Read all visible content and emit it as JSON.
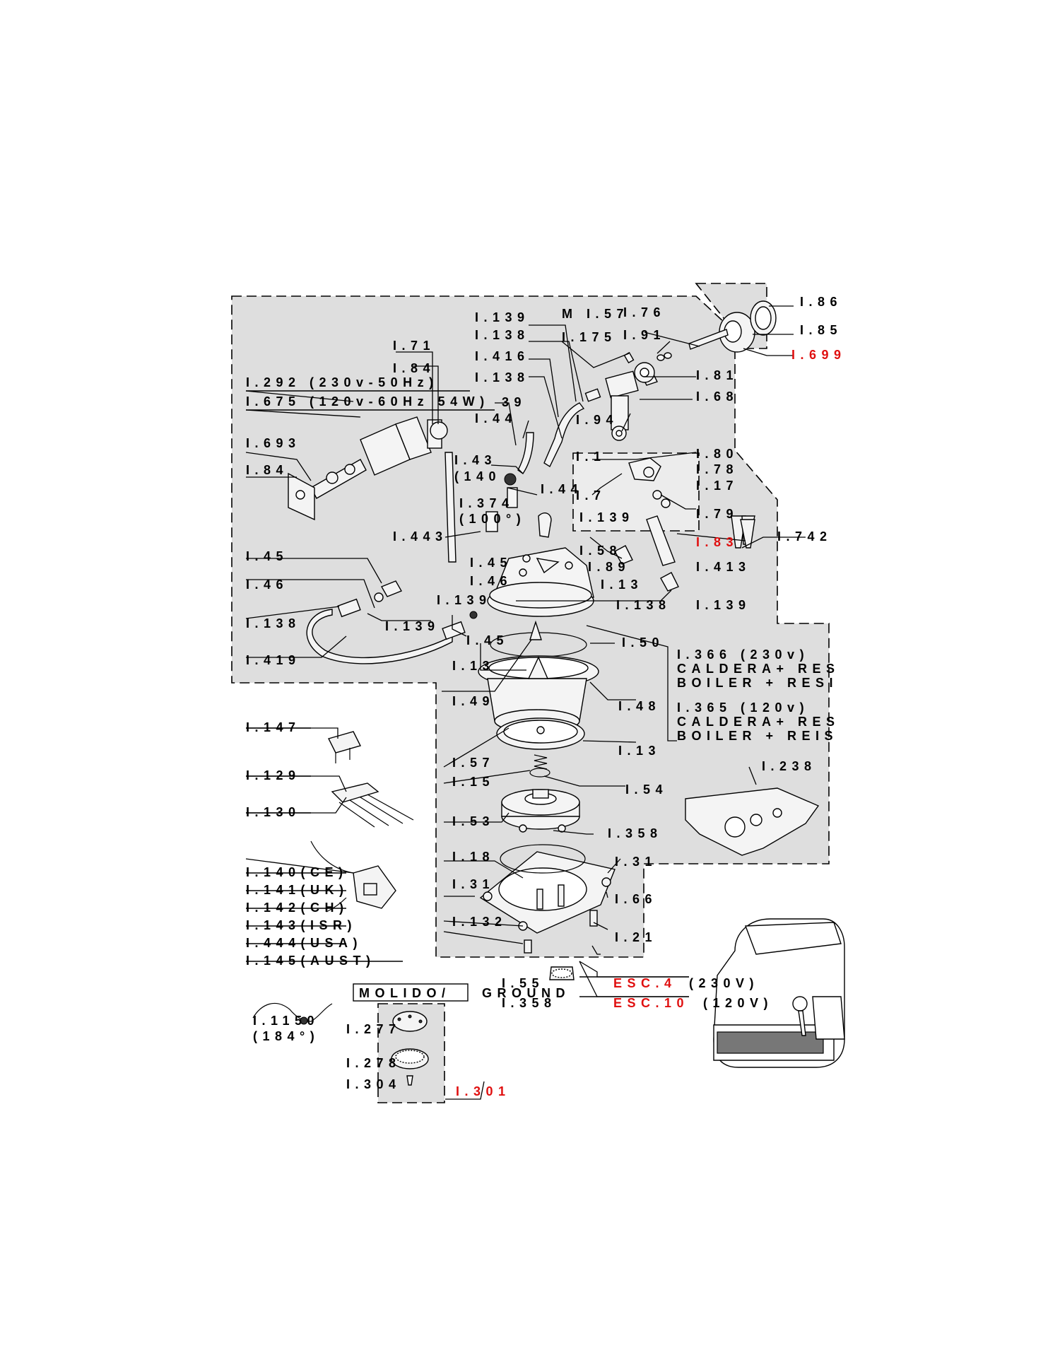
{
  "accent_red": "#e01010",
  "zone_fill": "#dedede",
  "labels": [
    {
      "id": "l_86",
      "text": "I.86"
    },
    {
      "id": "l_85",
      "text": "I.85"
    },
    {
      "id": "l_699",
      "text": "I.699",
      "red": true
    },
    {
      "id": "l_m157",
      "text": "M I.57"
    },
    {
      "id": "l_76",
      "text": "I.76"
    },
    {
      "id": "l_139a",
      "text": "I.139"
    },
    {
      "id": "l_138a",
      "text": "I.138"
    },
    {
      "id": "l_175",
      "text": "I.175"
    },
    {
      "id": "l_91",
      "text": "I.91"
    },
    {
      "id": "l_71",
      "text": "I.71"
    },
    {
      "id": "l_416",
      "text": "I.416"
    },
    {
      "id": "l_84a",
      "text": "I.84"
    },
    {
      "id": "l_138b",
      "text": "I.138"
    },
    {
      "id": "l_81",
      "text": "I.81"
    },
    {
      "id": "l_292",
      "text": "I.292 (230v-50Hz)"
    },
    {
      "id": "l_675",
      "text": "I.675 (120v-60Hz 54W)"
    },
    {
      "id": "l_39",
      "text": "39"
    },
    {
      "id": "l_68",
      "text": "I.68"
    },
    {
      "id": "l_44a",
      "text": "I.44"
    },
    {
      "id": "l_94",
      "text": "I.94"
    },
    {
      "id": "l_693",
      "text": "I.693"
    },
    {
      "id": "l_80",
      "text": "I.80"
    },
    {
      "id": "l_1x",
      "text": "I.1"
    },
    {
      "id": "l_43",
      "text": "I.43"
    },
    {
      "id": "l_78",
      "text": "I.78"
    },
    {
      "id": "l_84b",
      "text": "I.84"
    },
    {
      "id": "l_140p",
      "text": "(140"
    },
    {
      "id": "l_17",
      "text": "I.17"
    },
    {
      "id": "l_44b",
      "text": "I.44"
    },
    {
      "id": "l_7x",
      "text": "I.7"
    },
    {
      "id": "l_374",
      "text": "I.374"
    },
    {
      "id": "l_79",
      "text": "I.79"
    },
    {
      "id": "l_100",
      "text": "(100°)"
    },
    {
      "id": "l_139b",
      "text": "I.139"
    },
    {
      "id": "l_443",
      "text": "I.443"
    },
    {
      "id": "l_742",
      "text": "I.742"
    },
    {
      "id": "l_83",
      "text": "I.83",
      "red": true
    },
    {
      "id": "l_58",
      "text": "I.58"
    },
    {
      "id": "l_45a",
      "text": "I.45"
    },
    {
      "id": "l_45b",
      "text": "I.45"
    },
    {
      "id": "l_89",
      "text": "I.89"
    },
    {
      "id": "l_413",
      "text": "I.413"
    },
    {
      "id": "l_46a",
      "text": "I.46"
    },
    {
      "id": "l_46b",
      "text": "I.46"
    },
    {
      "id": "l_13x",
      "text": "I.13"
    },
    {
      "id": "l_139c",
      "text": "I.139"
    },
    {
      "id": "l_138c",
      "text": "I.138"
    },
    {
      "id": "l_139d",
      "text": "I.139"
    },
    {
      "id": "l_138d",
      "text": "I.138"
    },
    {
      "id": "l_139e",
      "text": "I.139"
    },
    {
      "id": "l_45c",
      "text": "I.45"
    },
    {
      "id": "l_50",
      "text": "I.50"
    },
    {
      "id": "l_419",
      "text": "I.419"
    },
    {
      "id": "l_13y",
      "text": "I.13"
    },
    {
      "id": "l_366",
      "text": "I.366 (230v)"
    },
    {
      "id": "l_cald1",
      "text": "CALDERA+ RES"
    },
    {
      "id": "l_boil1",
      "text": "BOILER + RESI"
    },
    {
      "id": "l_49",
      "text": "I.49"
    },
    {
      "id": "l_48",
      "text": "I.48"
    },
    {
      "id": "l_365",
      "text": "I.365 (120v)"
    },
    {
      "id": "l_cald2",
      "text": "CALDERA+ RES"
    },
    {
      "id": "l_boil2",
      "text": "BOILER + REIS"
    },
    {
      "id": "l_147",
      "text": "I.147"
    },
    {
      "id": "l_13z",
      "text": "I.13"
    },
    {
      "id": "l_57",
      "text": "I.57"
    },
    {
      "id": "l_238",
      "text": "I.238"
    },
    {
      "id": "l_129",
      "text": "I.129"
    },
    {
      "id": "l_15",
      "text": "I.15"
    },
    {
      "id": "l_54",
      "text": "I.54"
    },
    {
      "id": "l_130",
      "text": "I.130"
    },
    {
      "id": "l_53",
      "text": "I.53"
    },
    {
      "id": "l_358a",
      "text": "I.358"
    },
    {
      "id": "l_18",
      "text": "I.18"
    },
    {
      "id": "l_31a",
      "text": "I.31"
    },
    {
      "id": "l_140ce",
      "text": "I.140(CE)"
    },
    {
      "id": "l_31b",
      "text": "I.31"
    },
    {
      "id": "l_141",
      "text": "I.141(UK)"
    },
    {
      "id": "l_66",
      "text": "I.66"
    },
    {
      "id": "l_142",
      "text": "I.142(CH)"
    },
    {
      "id": "l_132",
      "text": "I.132"
    },
    {
      "id": "l_143",
      "text": "I.143(ISR)"
    },
    {
      "id": "l_21",
      "text": "I.21"
    },
    {
      "id": "l_444",
      "text": "I.444(USA)"
    },
    {
      "id": "l_145",
      "text": "I.145(AUST)"
    },
    {
      "id": "l_esc4",
      "text": "ESC.4",
      "red": true
    },
    {
      "id": "l_230V",
      "text": "(230V)"
    },
    {
      "id": "l_55",
      "text": "I.55"
    },
    {
      "id": "l_molido",
      "text": "MOLIDO/"
    },
    {
      "id": "l_ground",
      "text": "GROUND"
    },
    {
      "id": "l_esc10",
      "text": "ESC.10",
      "red": true
    },
    {
      "id": "l_120V",
      "text": "(120V)"
    },
    {
      "id": "l_358b",
      "text": "I.358"
    },
    {
      "id": "l_1150",
      "text": "I.1150"
    },
    {
      "id": "l_277",
      "text": "I.277"
    },
    {
      "id": "l_184",
      "text": "(184°)"
    },
    {
      "id": "l_278",
      "text": "I.278"
    },
    {
      "id": "l_304",
      "text": "I.304"
    },
    {
      "id": "l_301",
      "text": "I.301",
      "red": true
    }
  ]
}
